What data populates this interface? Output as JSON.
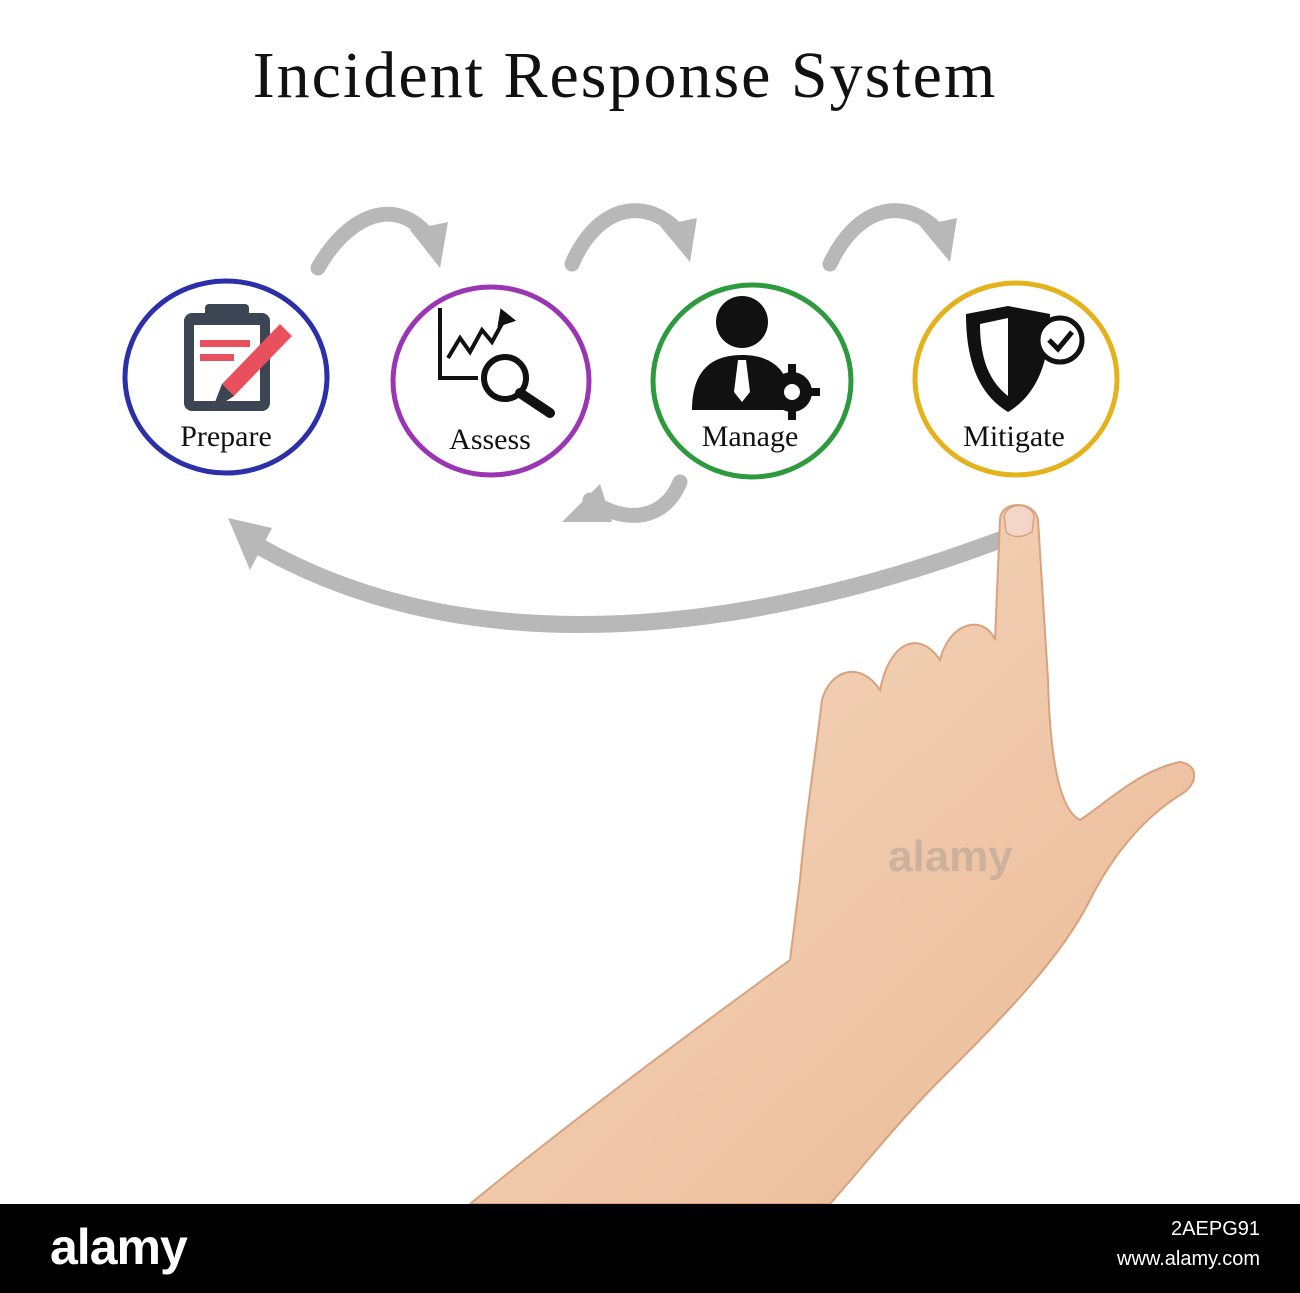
{
  "title": "Incident Response System",
  "steps": [
    {
      "label": "Prepare",
      "icon": "clipboard-pencil-icon",
      "color": "#2b2fa8"
    },
    {
      "label": "Assess",
      "icon": "chart-magnifier-icon",
      "color": "#9a35b4"
    },
    {
      "label": "Manage",
      "icon": "manager-gear-icon",
      "color": "#2e9a3e"
    },
    {
      "label": "Mitigate",
      "icon": "shield-check-icon",
      "color": "#e3b21c"
    }
  ],
  "arrow_color": "#b8b8b8",
  "watermark": "alamy",
  "footer": {
    "logo": "alamy",
    "image_id": "2AEPG91",
    "site": "www.alamy.com"
  }
}
